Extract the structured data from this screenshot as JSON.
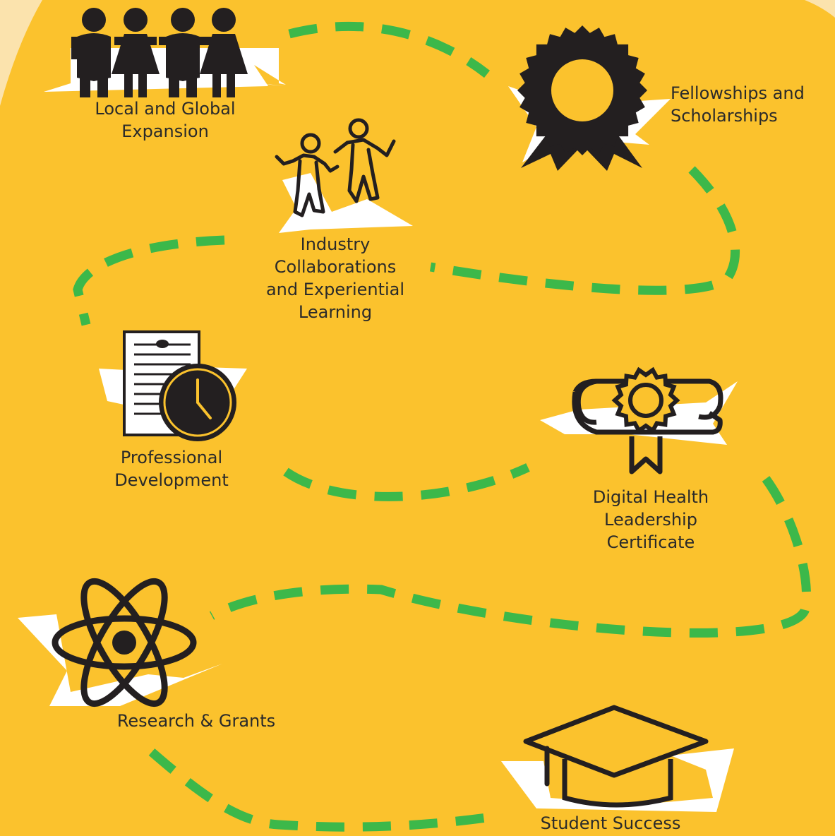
{
  "colors": {
    "background": "#fbc22d",
    "corner": "#fbe3ad",
    "path": "#3cb84a",
    "icon": "#231f20",
    "ribbon": "#ffffff"
  },
  "milestones": [
    {
      "id": "local-global",
      "icon": "people-group-icon",
      "lines": [
        "Local and Global",
        "Expansion"
      ]
    },
    {
      "id": "fellowships",
      "icon": "award-badge-icon",
      "lines": [
        "Fellowships and",
        "Scholarships"
      ]
    },
    {
      "id": "industry",
      "icon": "dancing-people-icon",
      "lines": [
        "Industry",
        "Collaborations",
        "and Experiential",
        "Learning"
      ]
    },
    {
      "id": "professional",
      "icon": "document-clock-icon",
      "lines": [
        "Professional",
        "Development"
      ]
    },
    {
      "id": "digital-health",
      "icon": "diploma-scroll-icon",
      "lines": [
        "Digital Health",
        "Leadership",
        "Certificate"
      ]
    },
    {
      "id": "research",
      "icon": "atom-icon",
      "lines": [
        "Research & Grants"
      ]
    },
    {
      "id": "student-success",
      "icon": "graduation-cap-icon",
      "lines": [
        "Student Success"
      ]
    }
  ]
}
